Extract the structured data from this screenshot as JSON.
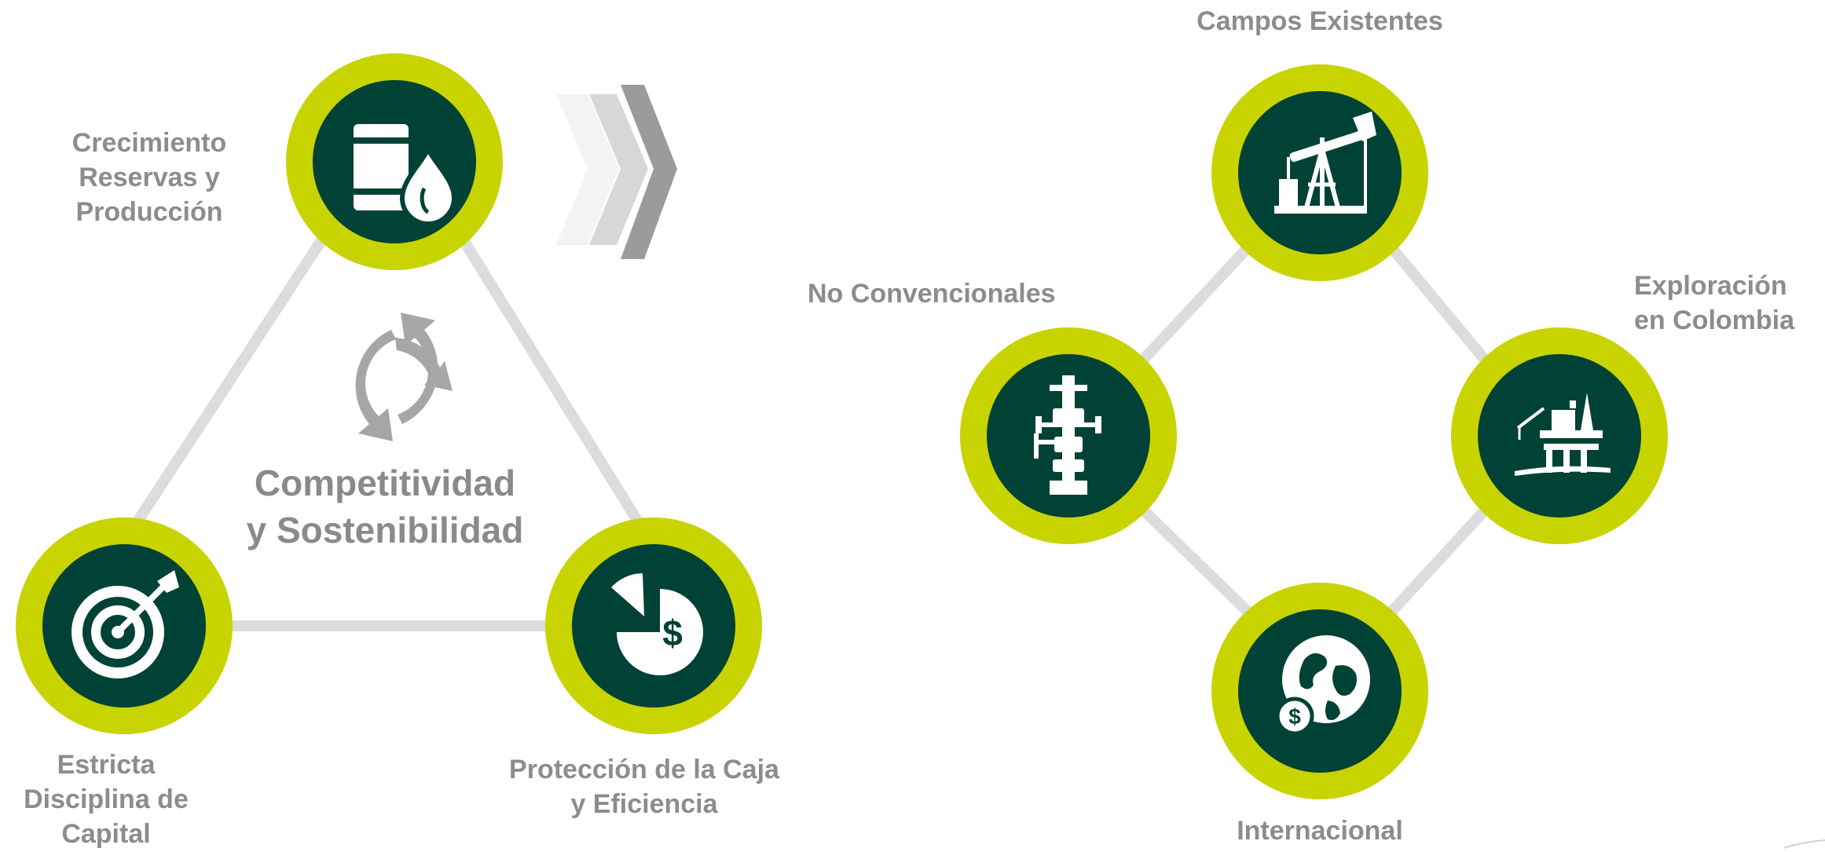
{
  "colors": {
    "ring": "#c8d400",
    "node": "#004236",
    "connector": "#dcdcdc",
    "text": "#8c8c8c",
    "chevrons": [
      "#f2f2f2",
      "#d6d6d6",
      "#9a9a9a"
    ]
  },
  "left_diagram": {
    "center_title": [
      "Competitividad",
      "y Sostenibilidad"
    ],
    "center_icon": "cycle-arrows-icon",
    "nodes": [
      {
        "id": "top",
        "icon": "oil-barrel-drop-icon",
        "label": [
          "Crecimiento",
          "Reservas y",
          "Producción"
        ]
      },
      {
        "id": "bottom-left",
        "icon": "target-arrow-icon",
        "label": [
          "Estricta",
          "Disciplina de",
          "Capital"
        ]
      },
      {
        "id": "bottom-right",
        "icon": "pie-chart-dollar-icon",
        "label": [
          "Protección de la Caja",
          "y Eficiencia"
        ]
      }
    ]
  },
  "arrow_icon": "triple-chevron-right-icon",
  "right_diagram": {
    "nodes": [
      {
        "id": "top",
        "icon": "pumpjack-icon",
        "label": [
          "Campos Existentes"
        ]
      },
      {
        "id": "left",
        "icon": "wellhead-icon",
        "label": [
          "No Convencionales"
        ]
      },
      {
        "id": "right",
        "icon": "offshore-platform-icon",
        "label": [
          "Exploración",
          "en Colombia"
        ]
      },
      {
        "id": "bottom",
        "icon": "globe-dollar-icon",
        "label": [
          "Internacional"
        ]
      }
    ]
  }
}
